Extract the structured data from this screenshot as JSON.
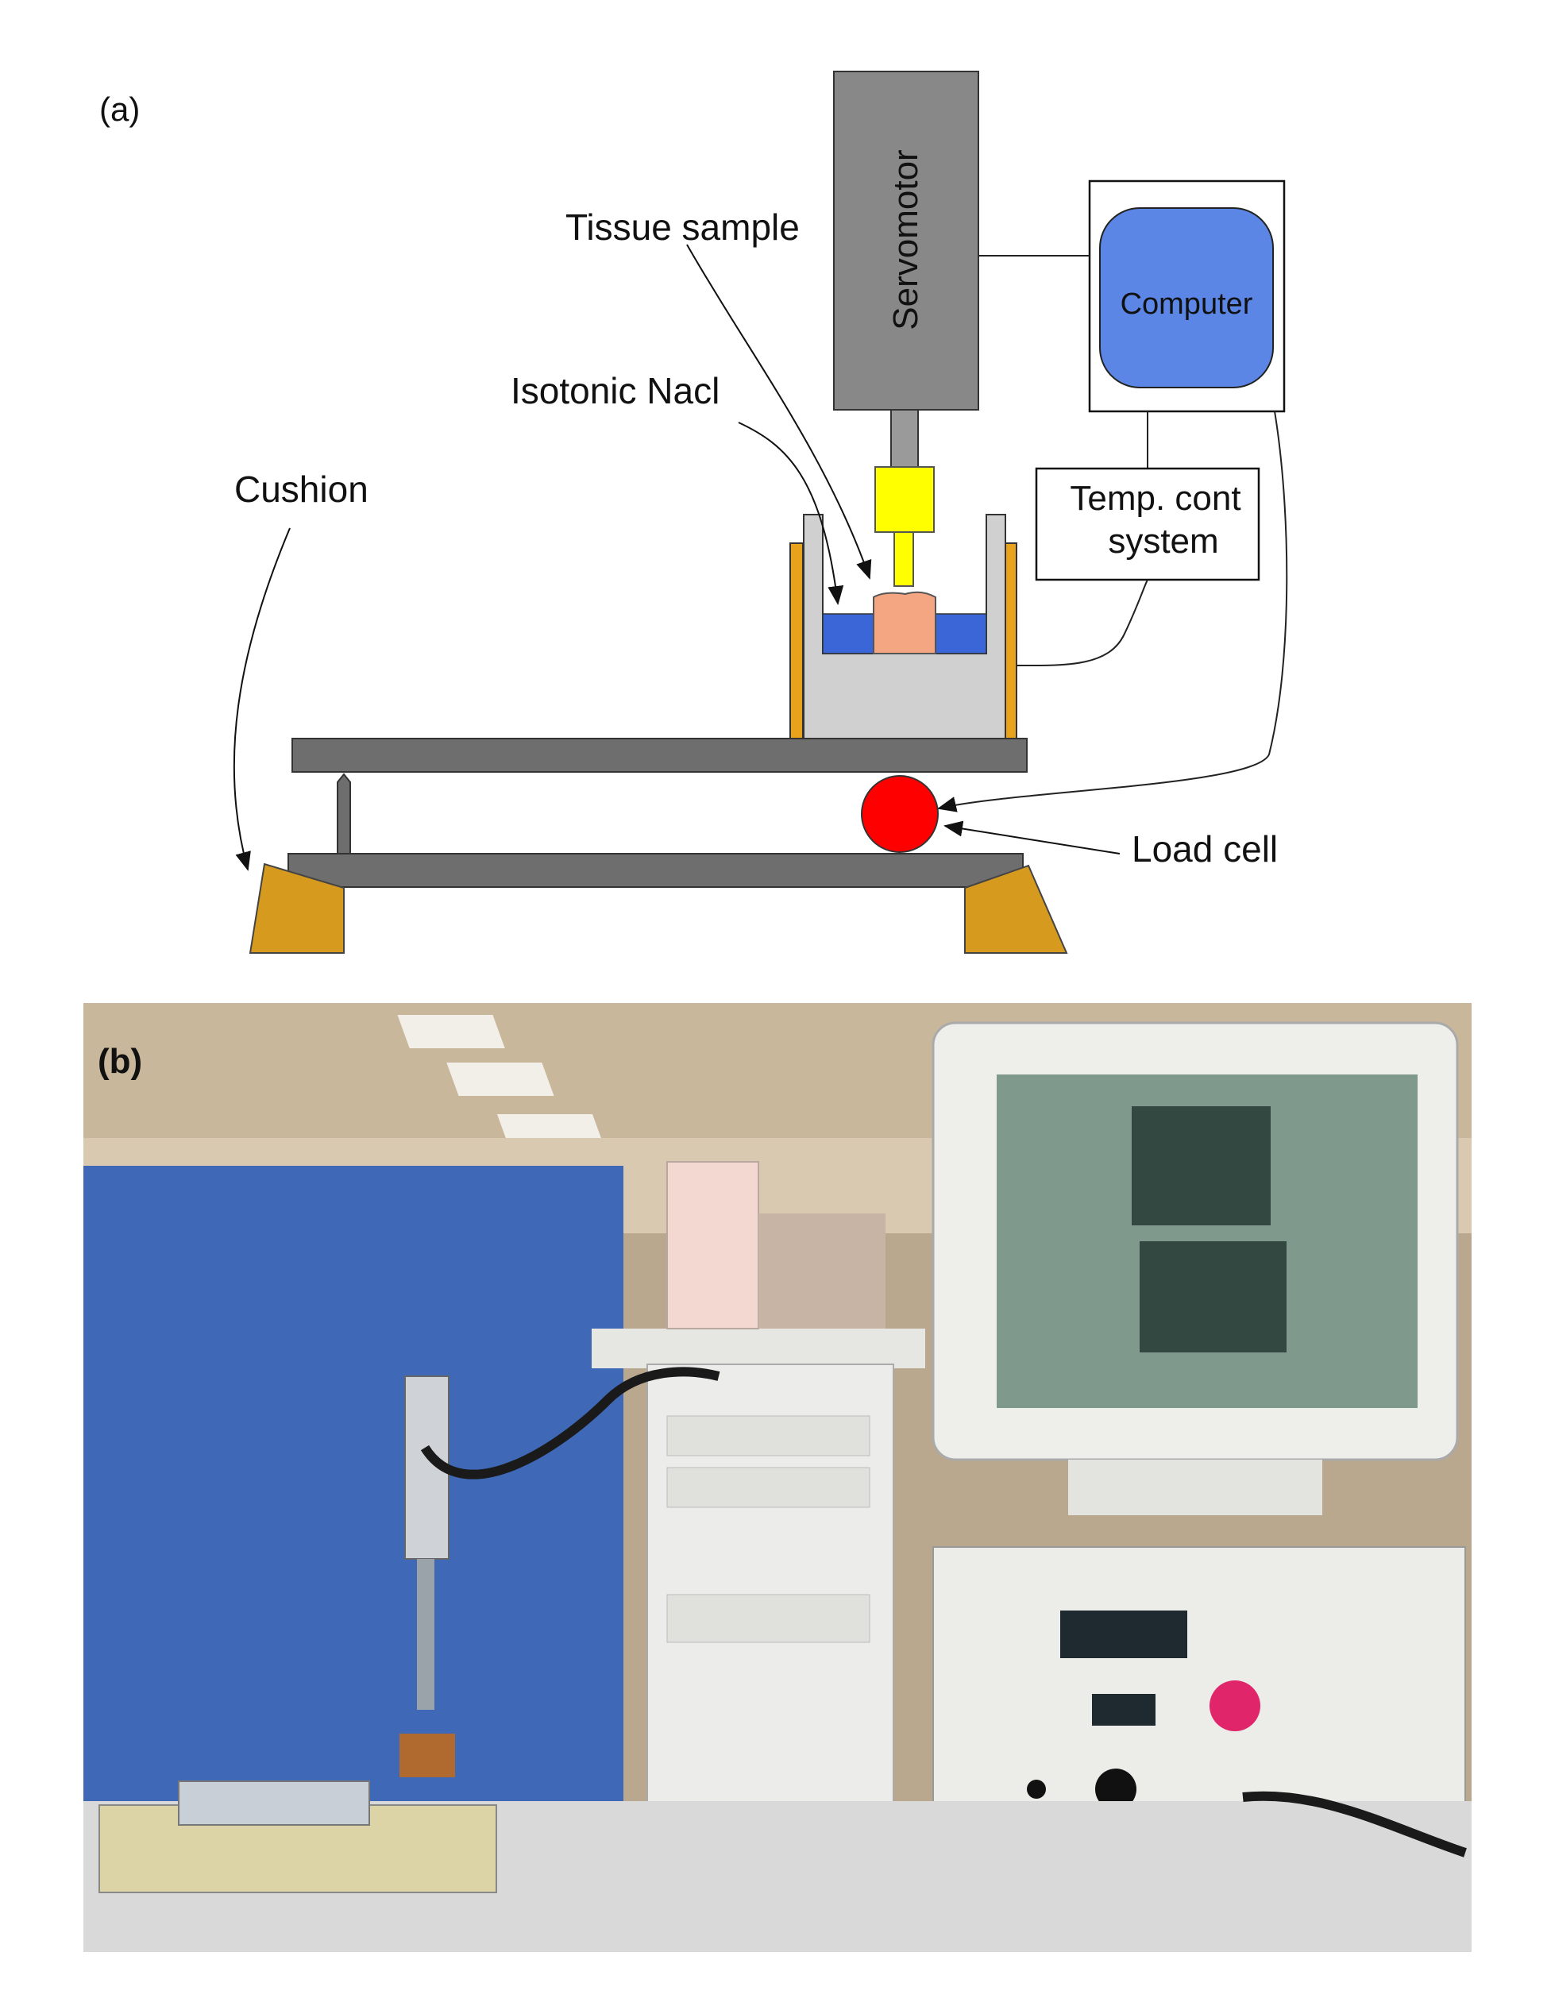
{
  "panel_a": {
    "label": "(a)",
    "labels": {
      "servomotor": "Servomotor",
      "computer": "Computer",
      "tissue_sample": "Tissue sample",
      "isotonic_nacl": "Isotonic Nacl",
      "cushion": "Cushion",
      "temp_line1": "Temp. cont",
      "temp_line2": "system",
      "load_cell": "Load cell"
    },
    "colors": {
      "servomotor": "#888888",
      "computer": "#5b86e5",
      "clamp": "#ffff00",
      "tissue": "#f4a582",
      "saline": "#3a66d8",
      "bath": "#d0d0d0",
      "heater": "#e8a21c",
      "plate": "#6e6e6e",
      "load_cell": "#ff0000",
      "cushion": "#d69a1f"
    }
  },
  "panel_b": {
    "label": "(b)"
  }
}
